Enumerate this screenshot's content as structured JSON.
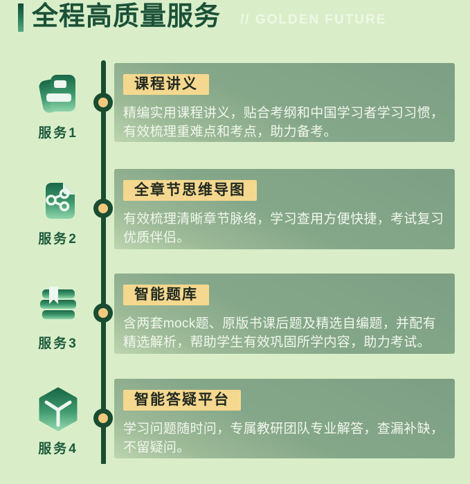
{
  "header": {
    "title": "全程高质量服务",
    "watermark": "// GOLDEN FUTURE"
  },
  "colors": {
    "page_background": "#d9eec8",
    "heading_green": "#1b5138",
    "timeline_green": "#1a4c31",
    "node_gold": "#f2c87f",
    "card_sage": "#82a487",
    "title_highlight_yellow": "#f5d88f",
    "icon_gradient_dark": "#1a6847",
    "icon_gradient_light": "#8fd4ab"
  },
  "services": [
    {
      "label": "服务1",
      "icon": "handout-icon",
      "title": "课程讲义",
      "description": "精编实用课程讲义，贴合考纲和中国学习者学习习惯，有效梳理重难点和考点，助力备考。"
    },
    {
      "label": "服务2",
      "icon": "mindmap-document-icon",
      "title": "全章节思维导图",
      "description": "有效梳理清晰章节脉络，学习查用方便快捷，考试复习优质伴侣。"
    },
    {
      "label": "服务3",
      "icon": "question-bank-books-icon",
      "title": "智能题库",
      "description": "含两套mock题、原版书课后题及精选自编题，并配有精选解析，帮助学生有效巩固所学内容，助力考试。"
    },
    {
      "label": "服务4",
      "icon": "qa-platform-cube-icon",
      "title": "智能答疑平台",
      "description": "学习问题随时问，专属教研团队专业解答，查漏补缺，不留疑问。"
    }
  ]
}
